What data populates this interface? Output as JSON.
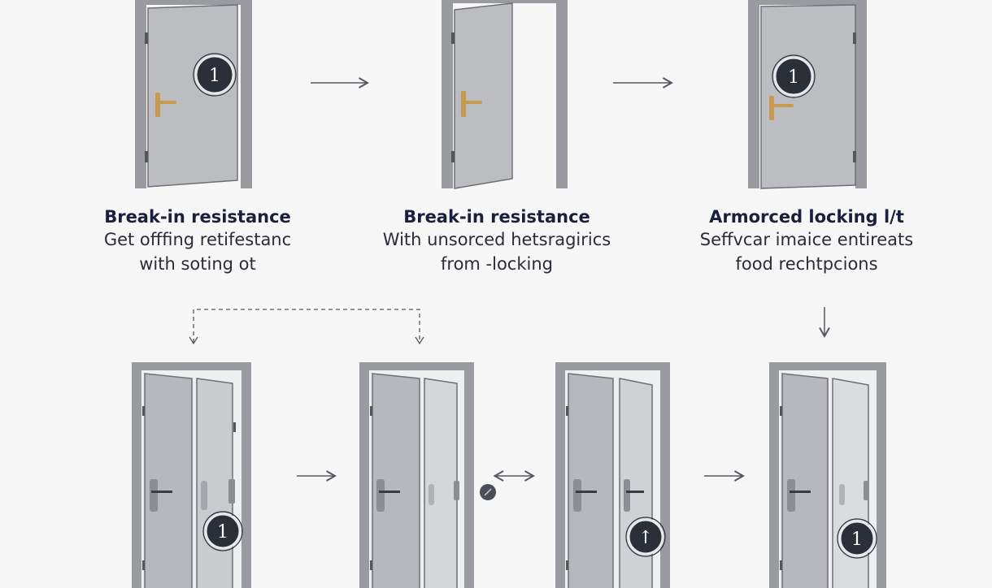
{
  "colors": {
    "background": "#f7f7f8",
    "frame": "#8f9096",
    "door": "#b7b8bd",
    "door_light": "#d4d6d9",
    "handle_brass": "#c79a4f",
    "handle_dark": "#3a3b40",
    "badge": "#2b2f3a",
    "arrow": "#555760"
  },
  "badge_labels": {
    "top_left": "1",
    "top_right": "1",
    "bottom_1": "1",
    "bottom_3": "↑",
    "bottom_4": "1"
  },
  "captions": [
    {
      "title": "Break-in resistance",
      "lines": [
        "Get offfing retifestanc",
        "with soting ot"
      ]
    },
    {
      "title": "Break-in resistance",
      "lines": [
        "With unsorced hetsragirics",
        "from -locking"
      ]
    },
    {
      "title": "Armorced locking l/t",
      "lines": [
        "Seffvcar imaice entireats",
        "food rechtpcions"
      ]
    }
  ]
}
